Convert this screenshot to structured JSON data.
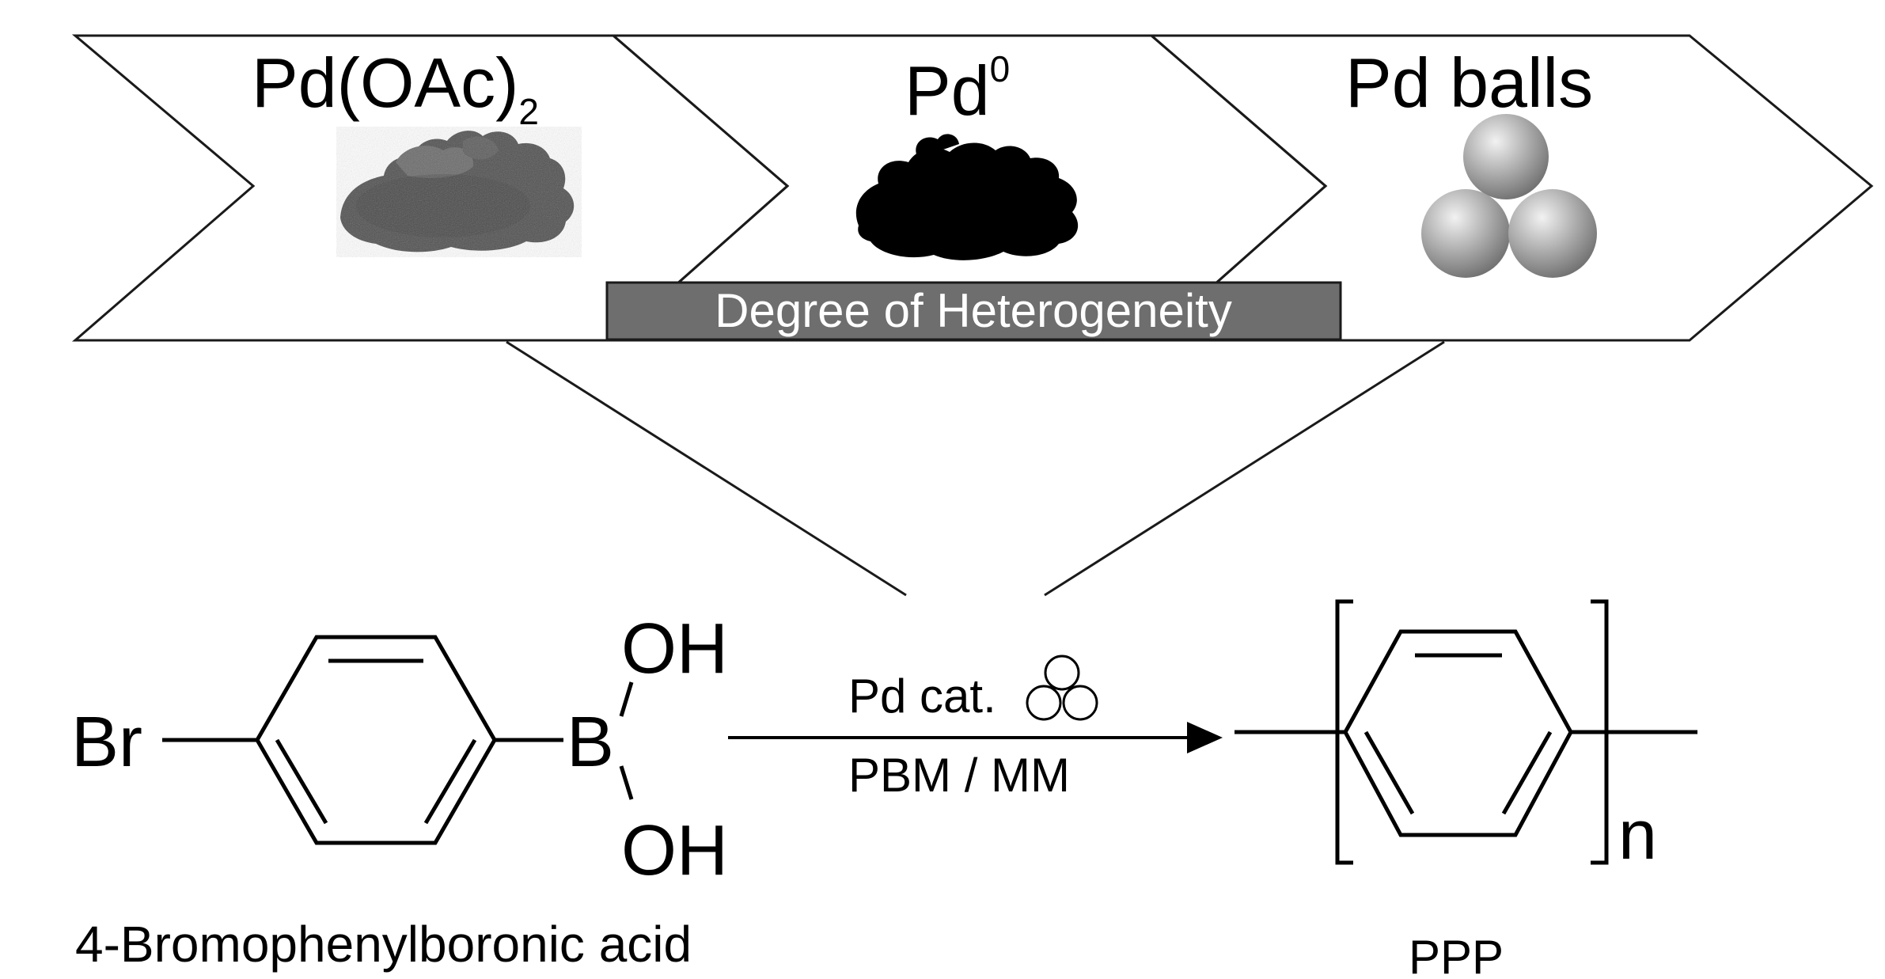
{
  "stages": [
    {
      "name": "Pd(OAc)",
      "subscript": "2",
      "visual": "grey-powder-pile"
    },
    {
      "name": "Pd",
      "superscript": "0",
      "visual": "black-powder-pile"
    },
    {
      "name": "Pd balls",
      "visual": "three-grey-spheres"
    }
  ],
  "heterogeneity_bar": {
    "label": "Degree of Heterogeneity",
    "color": "#6e6e6e",
    "text_color": "#ffffff"
  },
  "reactant": {
    "br": "Br",
    "b": "B",
    "oh_top": "OH",
    "oh_bottom": "OH",
    "name": "4-Bromophenylboronic acid"
  },
  "reaction": {
    "catalyst": "Pd cat.",
    "conditions": "PBM / MM",
    "catalyst_icon": "three-circles-icon"
  },
  "product": {
    "repeat_index": "n",
    "name": "PPP"
  },
  "colors": {
    "line": "#1a1a1a",
    "powder_grey": "#555555",
    "powder_black": "#000000",
    "sphere_grey": "#9a9a9a"
  }
}
